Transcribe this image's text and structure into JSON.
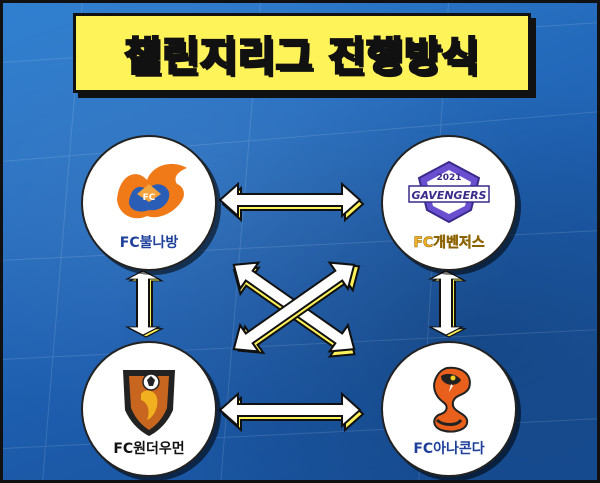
{
  "title": "챌린지리그 진행방식",
  "teams": {
    "top_left": {
      "name": "FC불나방",
      "color": "#1e3f9a"
    },
    "top_right": {
      "name": "FC개벤저스",
      "color": "#f0b020",
      "logo_text": "GAVENGERS",
      "logo_year": "2021"
    },
    "bottom_left": {
      "name": "FC원더우먼",
      "color": "#111111"
    },
    "bottom_right": {
      "name": "FC아나콘다",
      "color": "#1e3f9a"
    }
  },
  "colors": {
    "background": "#1e5fb0",
    "banner": "#fff35a",
    "arrow_fill": "#ffffff",
    "arrow_shadow": "#fff35a"
  }
}
